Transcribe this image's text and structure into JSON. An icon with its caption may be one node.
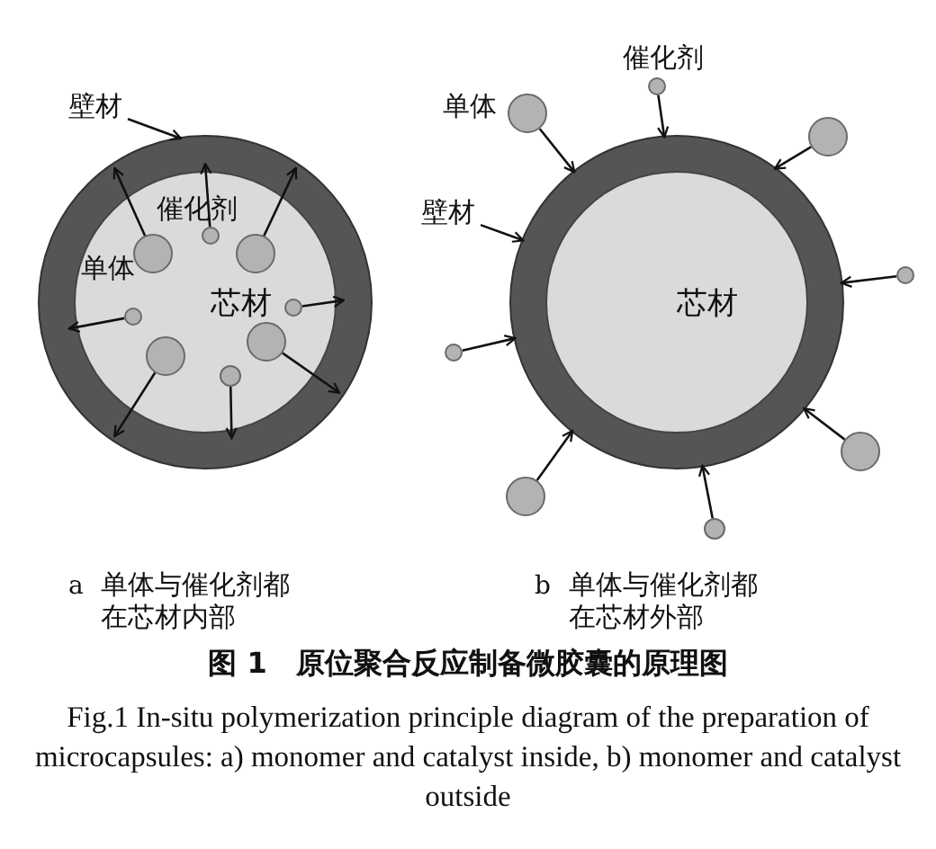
{
  "diagram": {
    "title": "图 1　原位聚合反应制备微胶囊的原理图",
    "caption": "Fig.1 In-situ polymerization principle diagram of the preparation of microcapsules: a) monomer and catalyst inside, b) monomer and catalyst outside",
    "nodes": [
      {
        "text": [],
        "shape": "circle"
      },
      {
        "text": [
          "芯材"
        ],
        "in": 0
      },
      {
        "text": [
          "壁材"
        ]
      },
      {
        "text": [],
        "shape": "circle",
        "in": 1
      },
      {
        "text": [],
        "shape": "circle",
        "in": 1
      },
      {
        "text": [],
        "shape": "circle",
        "in": 1
      },
      {
        "text": [],
        "shape": "circle",
        "in": 1
      },
      {
        "text": [],
        "shape": "circle",
        "in": 1
      },
      {
        "text": [],
        "shape": "circle",
        "in": 1
      },
      {
        "text": [],
        "shape": "circle",
        "in": 1
      },
      {
        "text": [],
        "shape": "circle",
        "in": 1
      },
      {
        "text": [],
        "shape": "circle"
      },
      {
        "text": [
          "芯材"
        ],
        "in": 11
      },
      {
        "text": [
          "壁材"
        ]
      },
      {
        "text": [],
        "shape": "circle"
      },
      {
        "text": [],
        "shape": "circle"
      },
      {
        "text": [],
        "shape": "circle"
      },
      {
        "text": [],
        "shape": "circle"
      },
      {
        "text": [],
        "shape": "circle"
      },
      {
        "text": [],
        "shape": "circle"
      },
      {
        "text": [],
        "shape": "circle"
      },
      {
        "text": [],
        "shape": "circle"
      }
    ],
    "edges": [
      {
        "from": 2,
        "to": 0,
        "arrow": "to"
      },
      {
        "from": 3,
        "to": 0,
        "arrow": "to"
      },
      {
        "from": 4,
        "to": 0,
        "arrow": "to"
      },
      {
        "from": 5,
        "to": 0,
        "arrow": "to"
      },
      {
        "from": 6,
        "to": 0,
        "arrow": "to"
      },
      {
        "from": 7,
        "to": 0,
        "arrow": "to"
      },
      {
        "from": 8,
        "to": 0,
        "arrow": "to"
      },
      {
        "from": 9,
        "to": 0,
        "arrow": "to"
      },
      {
        "from": 10,
        "to": 0,
        "arrow": "to"
      },
      {
        "from": 13,
        "to": 11,
        "arrow": "to"
      },
      {
        "from": 14,
        "to": 11,
        "arrow": "to"
      },
      {
        "from": 15,
        "to": 11,
        "arrow": "to"
      },
      {
        "from": 16,
        "to": 11,
        "arrow": "to"
      },
      {
        "from": 17,
        "to": 11,
        "arrow": "to"
      },
      {
        "from": 18,
        "to": 11,
        "arrow": "to"
      },
      {
        "from": 19,
        "to": 11,
        "arrow": "to"
      },
      {
        "from": 20,
        "to": 11,
        "arrow": "to"
      },
      {
        "from": 21,
        "to": 11,
        "arrow": "to"
      }
    ],
    "labels": [
      "催化剂",
      "单体",
      "催化剂",
      "单体",
      "a",
      "单体与催化剂都在芯材内部",
      "b",
      "单体与催化剂都在芯材外部"
    ]
  }
}
